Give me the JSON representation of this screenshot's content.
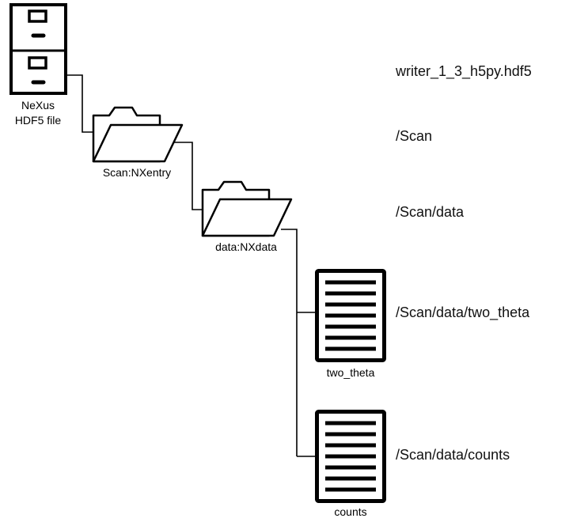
{
  "diagram": {
    "file_node": {
      "caption": "NeXus\nHDF5 file",
      "path": "writer_1_3_h5py.hdf5"
    },
    "entry_node": {
      "caption": "Scan:NXentry",
      "path": "/Scan"
    },
    "data_node": {
      "caption": "data:NXdata",
      "path": "/Scan/data"
    },
    "two_theta_node": {
      "caption": "two_theta",
      "path": "/Scan/data/two_theta"
    },
    "counts_node": {
      "caption": "counts",
      "path": "/Scan/data/counts"
    },
    "colors": {
      "stroke": "#000000",
      "background": "#ffffff",
      "text": "#000000"
    }
  }
}
